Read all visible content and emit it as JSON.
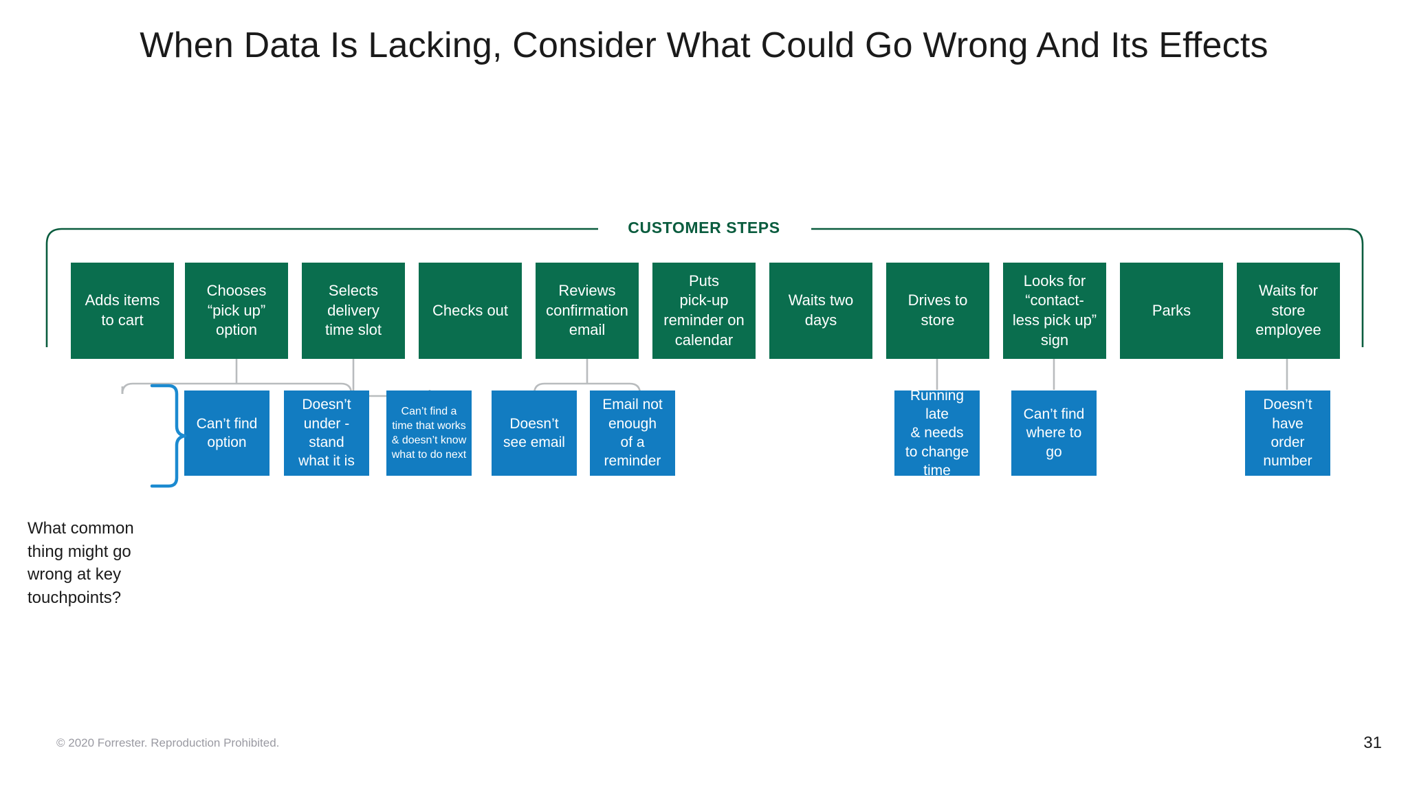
{
  "slide": {
    "title": "When Data Is Lacking, Consider What Could Go Wrong And Its Effects",
    "background_color": "#ffffff"
  },
  "colors": {
    "step_green": "#0a6e4e",
    "bracket_green": "#0a5c3e",
    "pain_blue": "#127cc1",
    "brace_blue": "#1b8ad0",
    "connector_gray": "#b9bcbe",
    "title_text": "#1a1a1a",
    "footer_text": "#9a9aa2"
  },
  "steps_band": {
    "label": "CUSTOMER STEPS"
  },
  "customer_steps": [
    {
      "id": "adds-items-to-cart",
      "label": "Adds items\nto cart"
    },
    {
      "id": "chooses-pick-up-option",
      "label": "Chooses\n“pick up”\noption"
    },
    {
      "id": "selects-delivery-time-slot",
      "label": "Selects\ndelivery\ntime slot"
    },
    {
      "id": "checks-out",
      "label": "Checks out"
    },
    {
      "id": "reviews-confirmation-email",
      "label": "Reviews\nconfirmation\nemail"
    },
    {
      "id": "puts-pick-up-reminder",
      "label": "Puts\npick-up\nreminder on\ncalendar"
    },
    {
      "id": "waits-two-days",
      "label": "Waits two\ndays"
    },
    {
      "id": "drives-to-store",
      "label": "Drives to\nstore"
    },
    {
      "id": "looks-for-contactless-sign",
      "label": "Looks for\n“contact-\nless pick up”\nsign"
    },
    {
      "id": "parks",
      "label": "Parks"
    },
    {
      "id": "waits-for-store-employee",
      "label": "Waits for\nstore\nemployee"
    }
  ],
  "pain_points": [
    {
      "id": "cant-find-option",
      "label": "Can’t find\noption",
      "small": false
    },
    {
      "id": "doesnt-understand",
      "label": "Doesn’t\nunder -\nstand\nwhat it is",
      "small": false
    },
    {
      "id": "cant-find-a-time",
      "label": "Can’t find a\ntime that works\n& doesn’t know\nwhat to do next",
      "small": true
    },
    {
      "id": "doesnt-see-email",
      "label": "Doesn’t\nsee email",
      "small": false
    },
    {
      "id": "email-not-enough",
      "label": "Email not\nenough\nof a\nreminder",
      "small": false
    },
    {
      "id": "running-late",
      "label": "Running late\n& needs\nto change\ntime",
      "small": false
    },
    {
      "id": "cant-find-where-to-go",
      "label": "Can’t find\nwhere to\ngo",
      "small": false
    },
    {
      "id": "doesnt-have-order-number",
      "label": "Doesn’t\nhave\norder\nnumber",
      "small": false
    }
  ],
  "question": {
    "text": "What common\nthing might go\nwrong at key\ntouchpoints?"
  },
  "footer": {
    "copyright": "© 2020 Forrester. Reproduction Prohibited.",
    "page_number": "31"
  }
}
